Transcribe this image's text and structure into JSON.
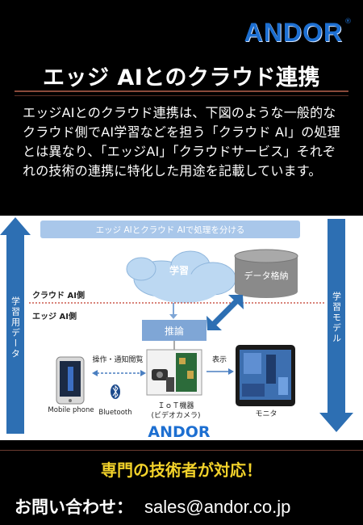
{
  "brand": {
    "logo": "ANDOR",
    "reg_mark": "®"
  },
  "title": "エッジ AIとのクラウド連携",
  "intro": "エッジAIとのクラウド連携は、下図のような一般的なクラウド側でAI学習などを担う「クラウド AI」の処理とは異なり、「エッジAI」「クラウドサービス」それぞれの技術の連携に特化した用途を記載しています。",
  "diagram": {
    "banner": "エッジ AIとクラウド AIで処理を分ける",
    "left_arrow_label": "学習用データ",
    "right_arrow_label": "学習モデル",
    "cloud_label": "学習",
    "db_label": "データ格納",
    "cloud_side": "クラウド AI側",
    "edge_side": "エッジ AI側",
    "inference": "推論",
    "op_label": "操作・通知閲覧",
    "display_label": "表示",
    "phone_label": "Mobile phone",
    "bluetooth_label": "Bluetooth",
    "iot_label": "ＩｏＴ機器",
    "iot_sub": "(ビデオカメラ)",
    "monitor_label": "モニタ",
    "logo": "ANDOR",
    "colors": {
      "arrow_blue": "#2d6fb3",
      "inference_blue": "#7fa6d6",
      "banner_blue": "#a9c7ea"
    }
  },
  "footer": {
    "specialist": "専門の技術者が対応！",
    "contact_label": "お問い合わせ：",
    "email": "sales@andor.co.jp"
  }
}
